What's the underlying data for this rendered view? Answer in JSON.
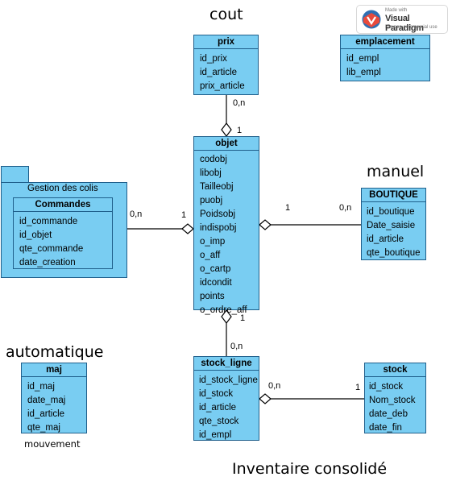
{
  "labels": {
    "cout": "cout",
    "manuel": "manuel",
    "automatique": "automatique",
    "mouvement": "mouvement",
    "inventaire": "Inventaire consolidé"
  },
  "watermark": {
    "line1": "Made with",
    "line2": "Visual Paradigm",
    "line3": "For non-commercial use"
  },
  "package": {
    "name": "Gestion des colis"
  },
  "entities": {
    "prix": {
      "title": "prix",
      "attrs": [
        "id_prix",
        "id_article",
        "prix_article"
      ]
    },
    "emplacement": {
      "title": "emplacement",
      "attrs": [
        "id_empl",
        "lib_empl"
      ]
    },
    "objet": {
      "title": "objet",
      "attrs": [
        "codobj",
        "libobj",
        "Tailleobj",
        "puobj",
        "Poidsobj",
        "indispobj",
        "o_imp",
        "o_aff",
        "o_cartp",
        "idcondit",
        "points",
        "o_ordre_aff"
      ]
    },
    "commandes": {
      "title": "Commandes",
      "attrs": [
        "id_commande",
        "id_objet",
        "qte_commande",
        "date_creation"
      ]
    },
    "boutique": {
      "title": "BOUTIQUE",
      "attrs": [
        "id_boutique",
        "Date_saisie",
        "id_article",
        "qte_boutique"
      ]
    },
    "stock_ligne": {
      "title": "stock_ligne",
      "attrs": [
        "id_stock_ligne",
        "id_stock",
        "id_article",
        "qte_stock",
        "id_empl"
      ]
    },
    "stock": {
      "title": "stock",
      "attrs": [
        "id_stock",
        "Nom_stock",
        "date_deb",
        "date_fin"
      ]
    },
    "maj": {
      "title": "maj",
      "attrs": [
        "id_maj",
        "date_maj",
        "id_article",
        "qte_maj"
      ]
    }
  },
  "multiplicities": {
    "prix_objet_top": "0,n",
    "prix_objet_bottom": "1",
    "cmd_objet_left": "0,n",
    "cmd_objet_right": "1",
    "objet_boutique_left": "1",
    "objet_boutique_right": "0,n",
    "objet_stockligne_top": "1",
    "objet_stockligne_bottom": "0,n",
    "stockligne_stock_left": "0,n",
    "stockligne_stock_right": "1"
  },
  "colors": {
    "entity_fill": "#79cdf2",
    "entity_border": "#1f5f8b"
  }
}
